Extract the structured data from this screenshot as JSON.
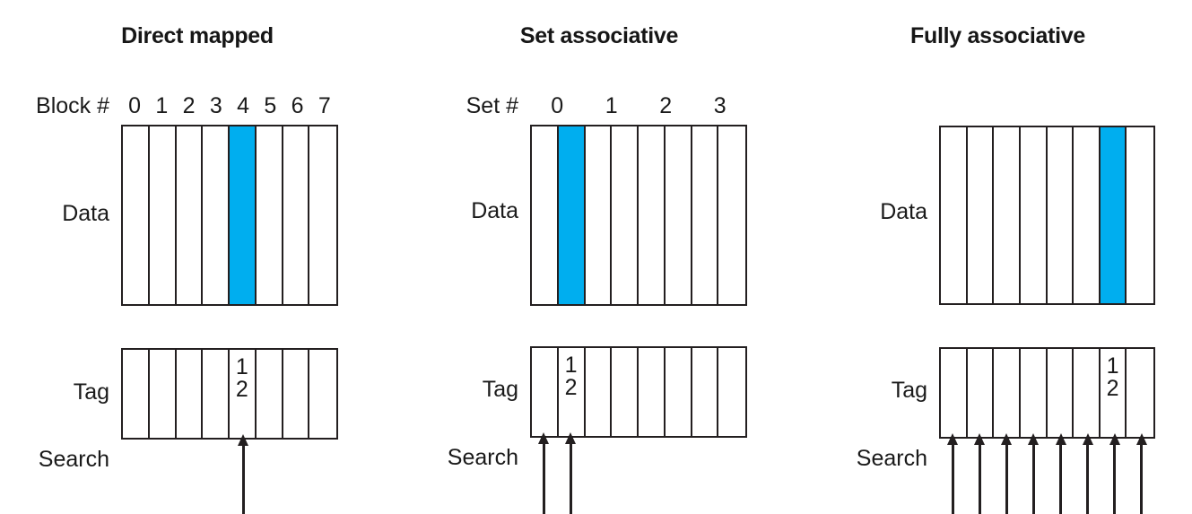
{
  "diagram": {
    "title_hidden": "Cache organization comparison",
    "accent_color": "#00AEEF",
    "line_color": "#231f20"
  },
  "panels": [
    {
      "id": "direct-mapped",
      "title": "Direct mapped",
      "index_label": "Block #",
      "index_values": [
        "0",
        "1",
        "2",
        "3",
        "4",
        "5",
        "6",
        "7"
      ],
      "index_span": 1,
      "data_label": "Data",
      "tag_label": "Tag",
      "search_label": "Search",
      "cell_count": 8,
      "highlight_cell": 4,
      "tag_cell": 4,
      "tag_values": [
        "1",
        "2"
      ],
      "search_arrows": [
        4
      ]
    },
    {
      "id": "set-associative",
      "title": "Set associative",
      "index_label": "Set #",
      "index_values": [
        "0",
        "1",
        "2",
        "3"
      ],
      "index_span": 2,
      "data_label": "Data",
      "tag_label": "Tag",
      "search_label": "Search",
      "cell_count": 8,
      "highlight_cell": 1,
      "tag_cell": 1,
      "tag_values": [
        "1",
        "2"
      ],
      "search_arrows": [
        0,
        1
      ]
    },
    {
      "id": "fully-associative",
      "title": "Fully associative",
      "index_label": "",
      "index_values": [],
      "index_span": 1,
      "data_label": "Data",
      "tag_label": "Tag",
      "search_label": "Search",
      "cell_count": 8,
      "highlight_cell": 6,
      "tag_cell": 6,
      "tag_values": [
        "1",
        "2"
      ],
      "search_arrows": [
        0,
        1,
        2,
        3,
        4,
        5,
        6,
        7
      ]
    }
  ]
}
